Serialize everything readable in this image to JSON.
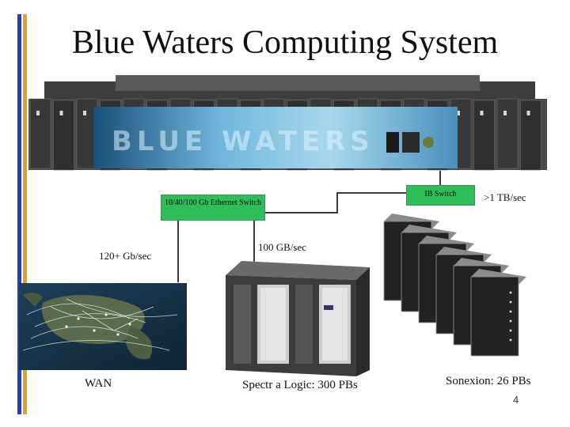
{
  "title": "Blue Waters Computing System",
  "switches": {
    "ethernet": "10/40/100 Gb Ethernet Switch",
    "ib": "IB Switch"
  },
  "links": {
    "wan_speed": "120+ Gb/sec",
    "storage_speed": "100 GB/sec",
    "sonexion_speed": ">1 TB/sec"
  },
  "components": {
    "wan": "WAN",
    "spectra": "Spectr a Logic: 300 PBs",
    "sonexion": "Sonexion: 26 PBs"
  },
  "supercomputer_logo_text": "BLUE WATERS",
  "page_number": "4",
  "colors": {
    "accent_blue": "#2b3f9e",
    "accent_gold": "#e0a02a",
    "switch_green": "#2fbd5a"
  }
}
